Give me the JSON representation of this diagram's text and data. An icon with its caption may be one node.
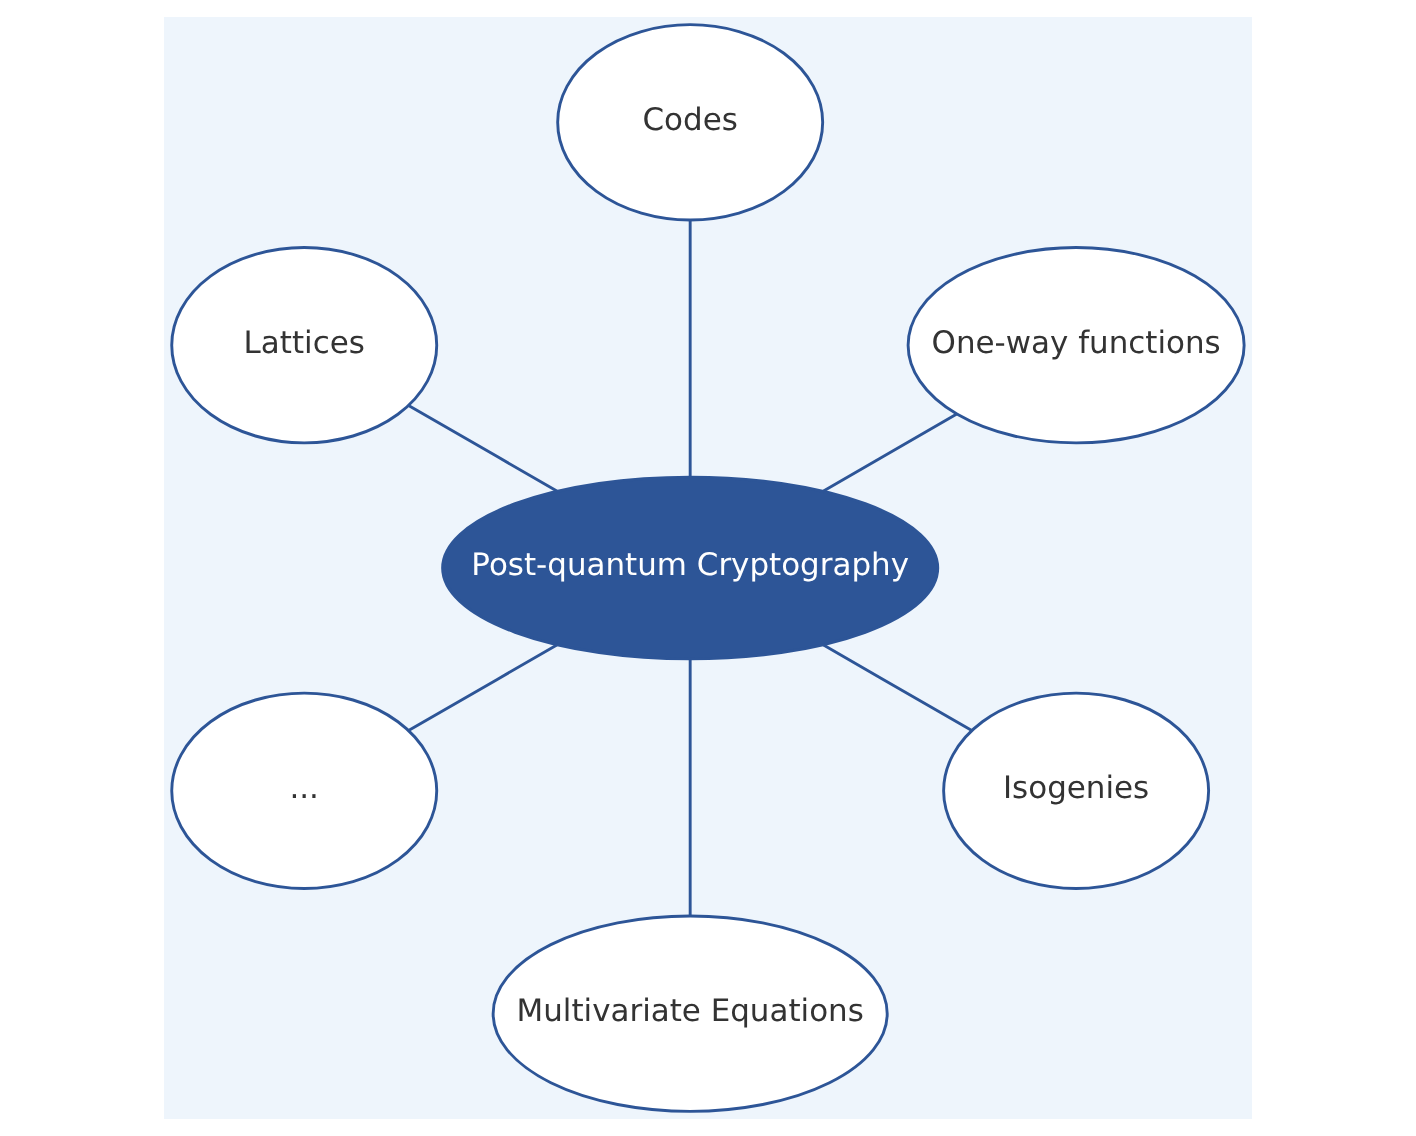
{
  "diagram": {
    "nodes": [
      {
        "text": [
          "Post-quantum Cryptography"
        ]
      },
      {
        "text": [
          "One-way functions"
        ]
      },
      {
        "text": [
          "Codes"
        ]
      },
      {
        "text": [
          "Lattices"
        ]
      },
      {
        "text": [
          "..."
        ]
      },
      {
        "text": [
          "Multivariate Equations"
        ]
      },
      {
        "text": [
          "Isogenies"
        ]
      }
    ],
    "edges": [
      {
        "from": 0,
        "to": 1,
        "arrow": "none"
      },
      {
        "from": 0,
        "to": 2,
        "arrow": "none"
      },
      {
        "from": 0,
        "to": 3,
        "arrow": "none"
      },
      {
        "from": 0,
        "to": 4,
        "arrow": "none"
      },
      {
        "from": 0,
        "to": 5,
        "arrow": "none"
      },
      {
        "from": 0,
        "to": 6,
        "arrow": "none"
      }
    ]
  }
}
